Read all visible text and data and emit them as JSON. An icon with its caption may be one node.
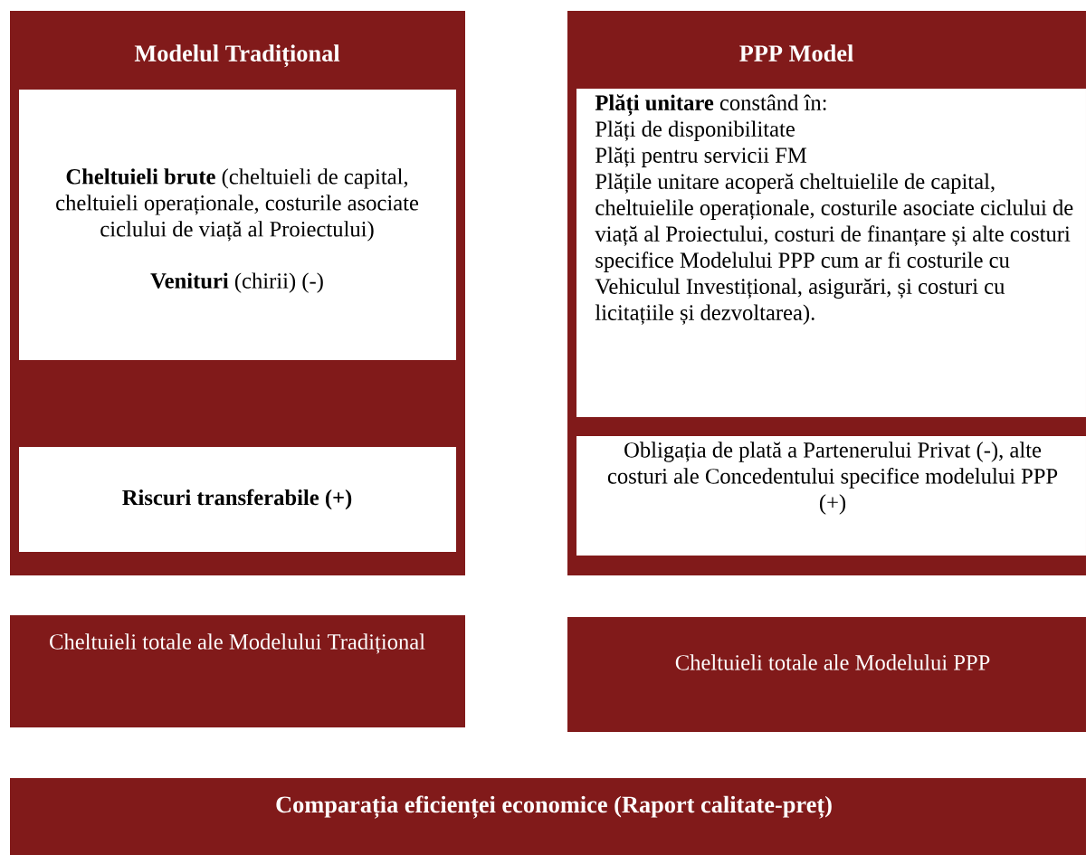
{
  "diagram": {
    "nodes": [
      {
        "text": [
          "Modelul Tradițional"
        ]
      },
      {
        "text": [
          "**Cheltuieli brute** (cheltuieli de capital, cheltuieli operaționale, costurile asociate ciclului de viață al Proiectului)",
          "**Venituri** (chirii) (-)"
        ],
        "in": 0
      },
      {
        "text": [
          "Riscuri transferabile (+)"
        ],
        "in": 0
      },
      {
        "text": [
          "PPP Model"
        ]
      },
      {
        "text": [
          "**Plăți unitare** constând în:",
          "Plăți de disponibilitate",
          "Plăți pentru servicii FM",
          "Plățile unitare acoperă cheltuielile de capital, cheltuielile operaționale, costurile asociate ciclului de viață al Proiectului, costuri de finanțare și alte costuri specifice Modelului PPP cum ar fi costurile cu Vehiculul Investițional, asigurări, și costuri cu licitațiile și dezvoltarea)."
        ],
        "in": 3
      },
      {
        "text": [
          "Obligația de plată a Partenerului Privat (-), alte costuri ale Concedentului specifice modelului PPP (+)"
        ],
        "in": 3
      },
      {
        "text": [
          "Cheltuieli totale ale Modelului Tradițional"
        ]
      },
      {
        "text": [
          "Cheltuieli totale ale Modelului PPP"
        ]
      },
      {
        "text": [
          "Comparația eficienței economice (Raport calitate-preț)"
        ]
      }
    ]
  }
}
